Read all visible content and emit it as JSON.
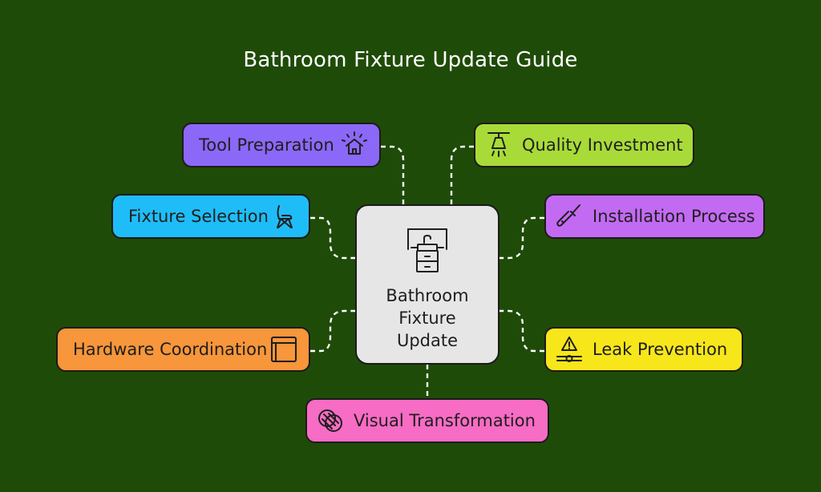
{
  "title": "Bathroom Fixture Update Guide",
  "center": {
    "label": "Bathroom Fixture Update",
    "icon": "vanity-sink-icon"
  },
  "nodes": [
    {
      "id": "tool-preparation",
      "label": "Tool Preparation",
      "icon": "house-sparkle-icon",
      "color": "#8b68f7"
    },
    {
      "id": "fixture-selection",
      "label": "Fixture Selection",
      "icon": "chair-icon",
      "color": "#1fbdf7"
    },
    {
      "id": "hardware-coordination",
      "label": "Hardware Coordination",
      "icon": "window-frame-icon",
      "color": "#f7963a"
    },
    {
      "id": "quality-investment",
      "label": "Quality Investment",
      "icon": "ceiling-lamp-icon",
      "color": "#a8db38"
    },
    {
      "id": "installation-process",
      "label": "Installation Process",
      "icon": "screwdriver-icon",
      "color": "#c36af2"
    },
    {
      "id": "leak-prevention",
      "label": "Leak Prevention",
      "icon": "pipe-warning-icon",
      "color": "#f6e61a"
    },
    {
      "id": "visual-transformation",
      "label": "Visual Transformation",
      "icon": "overlapping-circles-icon",
      "color": "#f76cc4"
    }
  ]
}
